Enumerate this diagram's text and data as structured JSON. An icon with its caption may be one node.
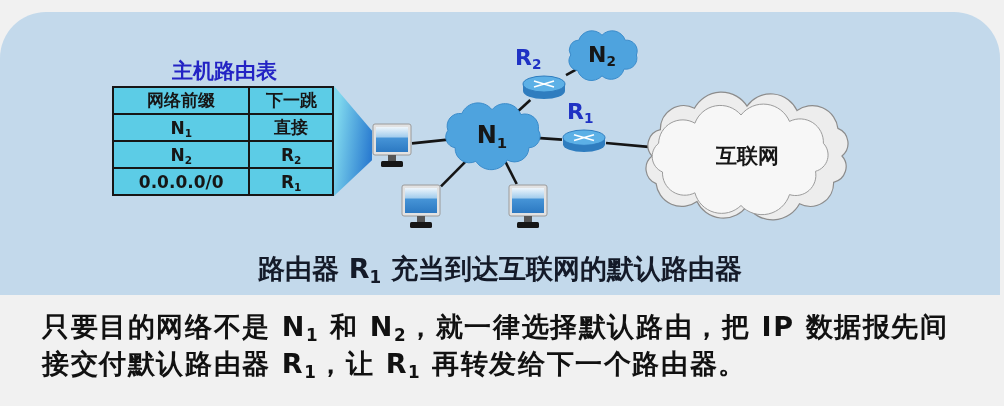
{
  "diagram": {
    "nodes": [
      {
        "text": [
          "路由器 R$_{1}$ 充当到达互联网的默认路由器"
        ]
      },
      {
        "text": [
          "主机路由表"
        ],
        "in": 0
      },
      {
        "text": [],
        "shape": "computer",
        "in": 0
      },
      {
        "text": [
          "N$_{1}$"
        ],
        "in": 0
      },
      {
        "text": [
          "R$_{2}$"
        ],
        "in": 0
      },
      {
        "text": [
          "N$_{2}$"
        ],
        "in": 0
      },
      {
        "text": [
          "R$_{1}$"
        ],
        "in": 0
      },
      {
        "text": [
          "互联网"
        ],
        "in": 0
      },
      {
        "text": [],
        "shape": "computer",
        "in": 0
      },
      {
        "text": [],
        "shape": "computer",
        "in": 0
      }
    ],
    "edges": [
      {
        "from": 1,
        "to": 2,
        "arrow": "none",
        "style": "thick",
        "color": "#2a7bd0"
      },
      {
        "from": 2,
        "to": 3,
        "arrow": "none"
      },
      {
        "from": 3,
        "to": 4,
        "arrow": "none"
      },
      {
        "from": 4,
        "to": 5,
        "arrow": "none"
      },
      {
        "from": 3,
        "to": 6,
        "arrow": "none"
      },
      {
        "from": 6,
        "to": 7,
        "arrow": "none"
      },
      {
        "from": 3,
        "to": 8,
        "arrow": "none"
      },
      {
        "from": 3,
        "to": 9,
        "arrow": "none"
      }
    ],
    "labels": [
      "网络前缀",
      "下一跳",
      "N$_{1}$",
      "直接",
      "N$_{2}$",
      "R$_{2}$",
      "0.0.0.0/0",
      "R$_{1}$",
      "只要目的网络不是 N$_{1}$ 和 N$_{2}$，就一律选择默认路由，把 IP 数据报先间接交付默认路由器 R$_{1}$，让 R$_{1}$ 再转发给下一个路由器。"
    ]
  }
}
